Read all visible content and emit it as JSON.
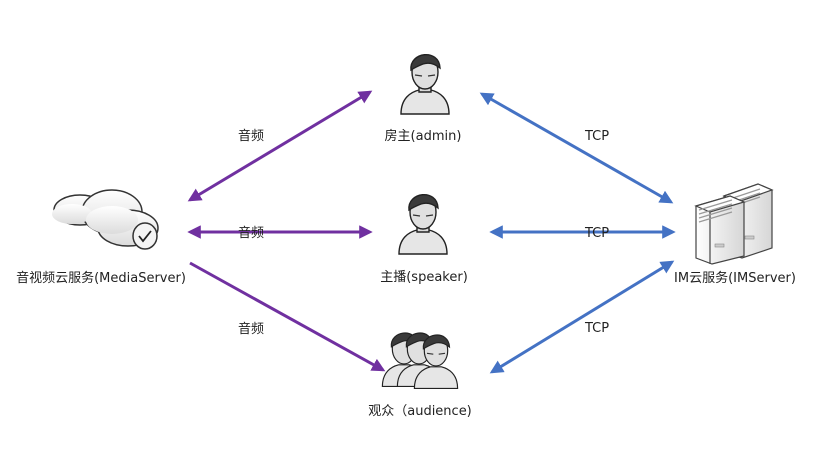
{
  "nodes": {
    "media": {
      "label": "音视频云服务(MediaServer)",
      "icon": "cloud-check-icon"
    },
    "im": {
      "label": "IM云服务(IMServer)",
      "icon": "server-stack-icon"
    },
    "admin": {
      "label": "房主(admin)",
      "icon": "user-icon"
    },
    "speaker": {
      "label": "主播(speaker)",
      "icon": "user-icon"
    },
    "audience": {
      "label": "观众（audience)",
      "icon": "user-group-icon"
    }
  },
  "edges": {
    "media_admin": {
      "label": "音频",
      "color": "#7030a0"
    },
    "media_speaker": {
      "label": "音频",
      "color": "#7030a0"
    },
    "media_audience": {
      "label": "音频",
      "color": "#7030a0"
    },
    "im_admin": {
      "label": "TCP",
      "color": "#4472c4"
    },
    "im_speaker": {
      "label": "TCP",
      "color": "#4472c4"
    },
    "im_audience": {
      "label": "TCP",
      "color": "#4472c4"
    }
  }
}
